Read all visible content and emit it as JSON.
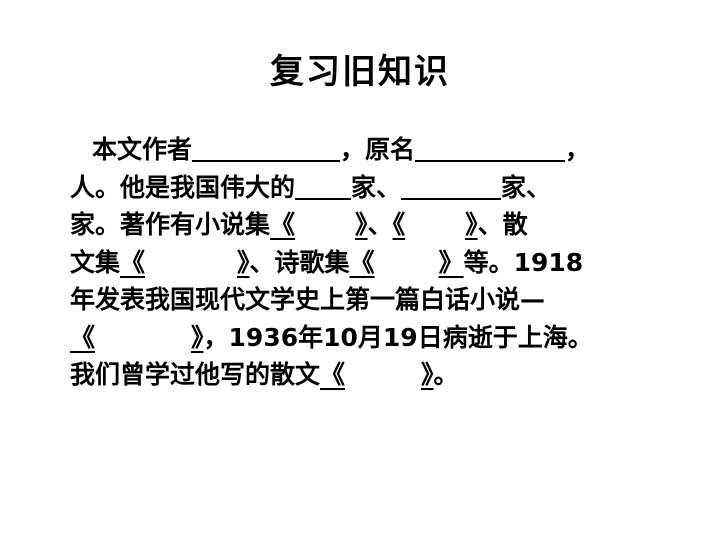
{
  "slide": {
    "title": "复习旧知识",
    "lines": [
      [
        "本文作者",
        "，原名",
        "，"
      ],
      [
        "人。他是我国伟大的",
        "家、",
        "家、"
      ],
      [
        "家。著作有小说集",
        "《",
        "》",
        "、",
        "《",
        "》",
        "、散"
      ],
      [
        "文集",
        "《",
        "》",
        "、诗歌集",
        "《",
        "》",
        "等。1918"
      ],
      [
        "年发表我国现代文学史上第一篇白话小说—"
      ],
      [
        "《",
        "》",
        "，1936年10月19日病逝于上海。"
      ],
      [
        "我们曾学过他写的散文",
        "《",
        "》",
        "。"
      ]
    ]
  }
}
